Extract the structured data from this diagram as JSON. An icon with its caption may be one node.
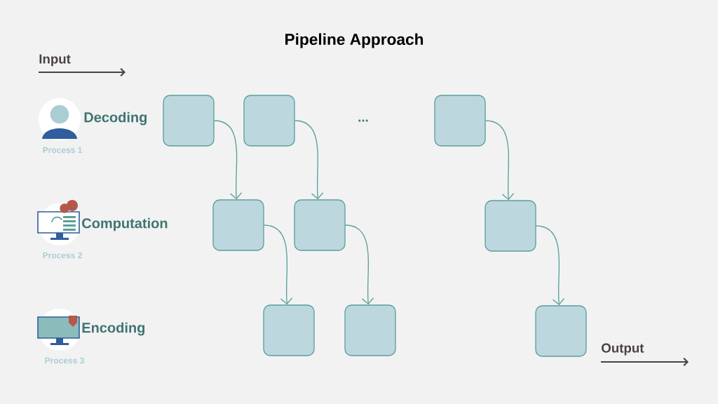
{
  "diagram": {
    "title": "Pipeline Approach",
    "nodes": [
      {
        "text": [],
        "shape": "box"
      },
      {
        "text": [],
        "shape": "box"
      },
      {
        "text": [],
        "shape": "box"
      },
      {
        "text": [],
        "shape": "box"
      },
      {
        "text": [],
        "shape": "box"
      },
      {
        "text": [],
        "shape": "box"
      },
      {
        "text": [],
        "shape": "box"
      },
      {
        "text": [],
        "shape": "box"
      },
      {
        "text": [],
        "shape": "box"
      }
    ],
    "edges": [
      {
        "from": 0,
        "to": 3,
        "arrow": "to"
      },
      {
        "from": 1,
        "to": 4,
        "arrow": "to"
      },
      {
        "from": 2,
        "to": 5,
        "arrow": "to"
      },
      {
        "from": 3,
        "to": 6,
        "arrow": "to"
      },
      {
        "from": 4,
        "to": 7,
        "arrow": "to"
      },
      {
        "from": 5,
        "to": 8,
        "arrow": "to"
      }
    ],
    "labels": [
      "Input",
      "Decoding",
      "...",
      "Process 1",
      "Computation",
      "Process 2",
      "Encoding",
      "Output",
      "Process 3"
    ]
  }
}
